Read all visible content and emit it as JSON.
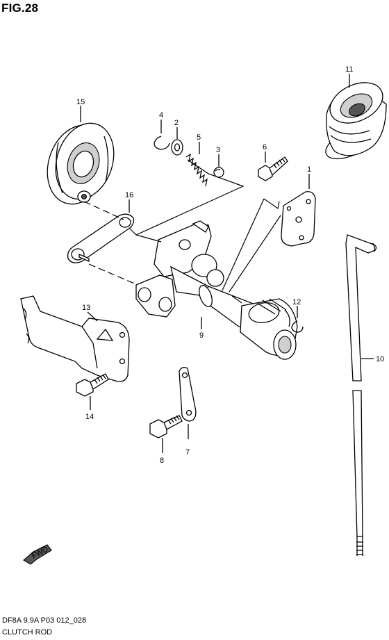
{
  "figure": {
    "title": "FIG.28",
    "model": "DF8A 9.9A P03 012_028",
    "subtitle": "CLUTCH ROD"
  },
  "fwd_label": "FWD",
  "callouts": {
    "c1": "1",
    "c2": "2",
    "c3": "3",
    "c4": "4",
    "c5": "5",
    "c6": "6",
    "c7": "7",
    "c8": "8",
    "c9": "9",
    "c10": "10",
    "c11": "11",
    "c12": "12",
    "c13": "13",
    "c14": "14",
    "c15": "15",
    "c16": "16"
  }
}
